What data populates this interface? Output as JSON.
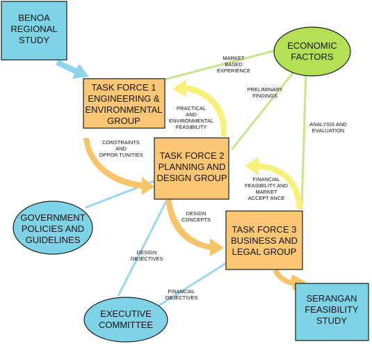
{
  "nodes": {
    "benoa": {
      "lines": [
        "BENOA",
        "REGIONAL",
        "STUDY"
      ],
      "color": "#7fd3e6"
    },
    "economic": {
      "lines": [
        "ECONOMIC",
        "FACTORS"
      ],
      "color": "#b3e055"
    },
    "tf1": {
      "lines": [
        "TASK FORCE 1",
        "ENGINEERING &",
        "ENVIRONMENTAL",
        "GROUP"
      ],
      "color": "#fbc775"
    },
    "tf2": {
      "lines": [
        "TASK FORCE 2",
        "PLANNING AND",
        "DESIGN GROUP"
      ],
      "color": "#fbc775"
    },
    "tf3": {
      "lines": [
        "TASK FORCE 3",
        "BUSINESS AND",
        "LEGAL GROUP"
      ],
      "color": "#fbc775"
    },
    "government": {
      "lines": [
        "GOVERNMENT",
        "POLICIES AND",
        "GUIDELINES"
      ],
      "color": "#7fd3e6"
    },
    "executive": {
      "lines": [
        "EXECUTIVE",
        "COMMITTEE"
      ],
      "color": "#7fd3e6"
    },
    "serangan": {
      "lines": [
        "SERANGAN",
        "FEASIBILITY",
        "STUDY"
      ],
      "color": "#7fd3e6"
    }
  },
  "labels": {
    "market": [
      "MARKET",
      "BASED",
      "EXPERIENCE"
    ],
    "preliminary": [
      "PRELIMINARY",
      "FINDINGS"
    ],
    "practical": [
      "PRACTICAL",
      "AND",
      "ENVIRONMENTAL",
      "FEASIBILITY"
    ],
    "analysis": [
      "ANALYSIS AND",
      "EVALUATION"
    ],
    "constraints": [
      "CONSTRAINTS",
      "AND",
      "OPPOR TUNITIES"
    ],
    "financial_feas": [
      "FINANCIAL",
      "FEASIBILITY AND",
      "MARKET",
      "ACCEPT ANCE"
    ],
    "design_concepts": [
      "DESIGN",
      "CONCEPTS"
    ],
    "design_objectives": [
      "DESIGN",
      "OBJECTIVES"
    ],
    "financial_obj": [
      "FINANCIAL",
      "OBJECTIVES"
    ]
  },
  "colors": {
    "green_line": "#c5e58a",
    "blue_line": "#9ad7ea",
    "orange_arrow": "#f6c46a",
    "yellow_arrow": "#f7f07a",
    "blue_arrow": "#8ed4ea",
    "outline": "#1a1a1a"
  }
}
